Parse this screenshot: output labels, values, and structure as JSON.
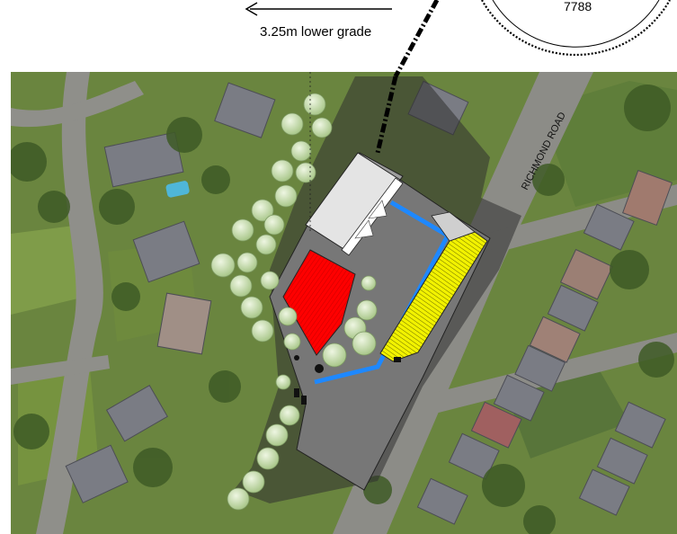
{
  "annotations": {
    "grade_note": "3.25m lower grade",
    "stamp_number": "7788",
    "road_label": "RICHMOND ROAD"
  },
  "colors": {
    "red_block": "#ff0000",
    "yellow_block": "#f2f200",
    "blue_edge": "#1e88ff",
    "tree_canopy": "#cfe3b6",
    "building_grey": "#8a8a8a",
    "shadow": "#3a3a3a",
    "road": "#8b8b86",
    "grass": "#6f8a45"
  },
  "icons": {
    "arrow": "arrow-left-icon",
    "stamp": "seal-stamp-icon"
  }
}
